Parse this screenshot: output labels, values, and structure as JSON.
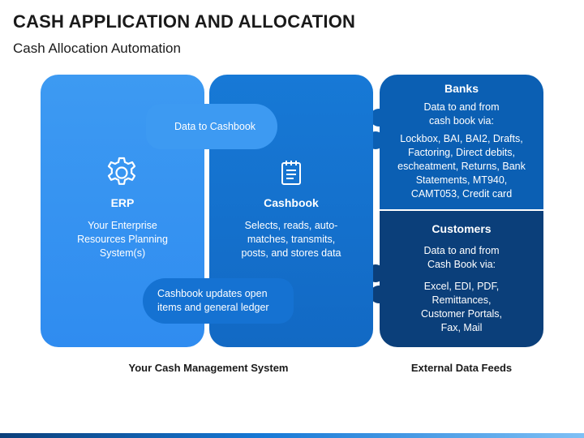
{
  "header": {
    "title": "CASH APPLICATION AND ALLOCATION",
    "subtitle": "Cash Allocation Automation"
  },
  "erp": {
    "icon": "gear-icon",
    "heading": "ERP",
    "lines": [
      "Your Enterprise",
      "Resources Planning",
      "System(s)"
    ]
  },
  "cashbook": {
    "icon": "notepad-icon",
    "heading": "Cashbook",
    "lines": [
      "Selects, reads, auto-",
      "matches, transmits,",
      "posts, and stores data"
    ]
  },
  "connectors": {
    "top": "Data to Cashbook",
    "bottom": [
      "Cashbook updates open",
      "items and general ledger"
    ]
  },
  "banks": {
    "heading": "Banks",
    "intro": [
      "Data to and from",
      "cash book via:"
    ],
    "lines": [
      "Lockbox, BAI, BAI2, Drafts,",
      "Factoring, Direct debits,",
      "escheatment, Returns, Bank",
      "Statements, MT940,",
      "CAMT053, Credit card"
    ]
  },
  "customers": {
    "heading": "Customers",
    "intro": [
      "Data to and from",
      "Cash Book via:"
    ],
    "lines": [
      "Excel, EDI, PDF,",
      "Remittances,",
      "Customer Portals,",
      "Fax, Mail"
    ]
  },
  "footer": {
    "left_label": "Your Cash Management System",
    "right_label": "External Data Feeds"
  },
  "colors": {
    "erp": "#3d9af2",
    "cashbook": "#1779d6",
    "banks": "#0b5fb3",
    "customers": "#0b3f7a"
  }
}
